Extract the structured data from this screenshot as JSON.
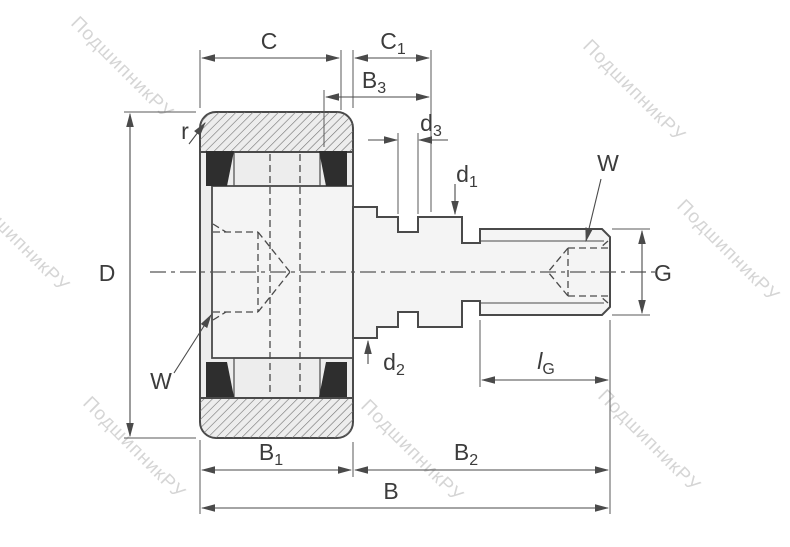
{
  "watermark": {
    "text": "ПодшипникРУ"
  },
  "labels": {
    "C": "C",
    "C1": {
      "main": "C",
      "sub": "1"
    },
    "B3": {
      "main": "B",
      "sub": "3"
    },
    "d3": {
      "main": "d",
      "sub": "3"
    },
    "d1": {
      "main": "d",
      "sub": "1"
    },
    "d2": {
      "main": "d",
      "sub": "2"
    },
    "lG": {
      "main": "l",
      "sub": "G"
    },
    "B1": {
      "main": "B",
      "sub": "1"
    },
    "B2": {
      "main": "B",
      "sub": "2"
    },
    "B": "B",
    "D": "D",
    "G": "G",
    "r": "r",
    "W_left": "W",
    "W_right": "W"
  },
  "colors": {
    "line": "#4a4a4a",
    "body_fill": "#ededed",
    "seal": "#2e2e2e",
    "watermark": "#b3b3b3"
  }
}
